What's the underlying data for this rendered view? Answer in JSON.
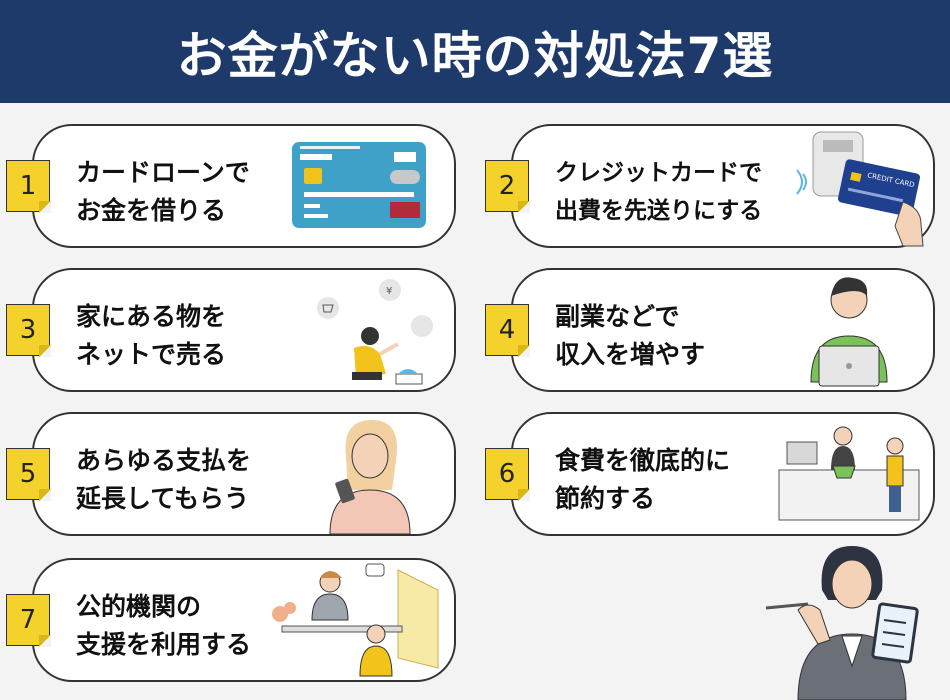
{
  "title": "お金がない時の対処法7選",
  "items": [
    {
      "num": "1",
      "line1": "カードローンで",
      "line2": "お金を借りる"
    },
    {
      "num": "2",
      "line1": "クレジットカードで",
      "line2": "出費を先送りにする"
    },
    {
      "num": "3",
      "line1": "家にある物を",
      "line2": "ネットで売る"
    },
    {
      "num": "4",
      "line1": "副業などで",
      "line2": "収入を増やす"
    },
    {
      "num": "5",
      "line1": "あらゆる支払を",
      "line2": "延長してもらう"
    },
    {
      "num": "6",
      "line1": "食費を徹底的に",
      "line2": "節約する"
    },
    {
      "num": "7",
      "line1": "公的機関の",
      "line2": "支援を利用する"
    }
  ],
  "illustrations": {
    "card2_text": "CREDIT CARD"
  },
  "colors": {
    "header": "#1d3a6b",
    "number_badge": "#f4d22b",
    "card_blue": "#3fa0c8",
    "credit_card_navy": "#1f3f8f",
    "shirt_green": "#7cc25a",
    "accent_yellow": "#f2c31b"
  }
}
